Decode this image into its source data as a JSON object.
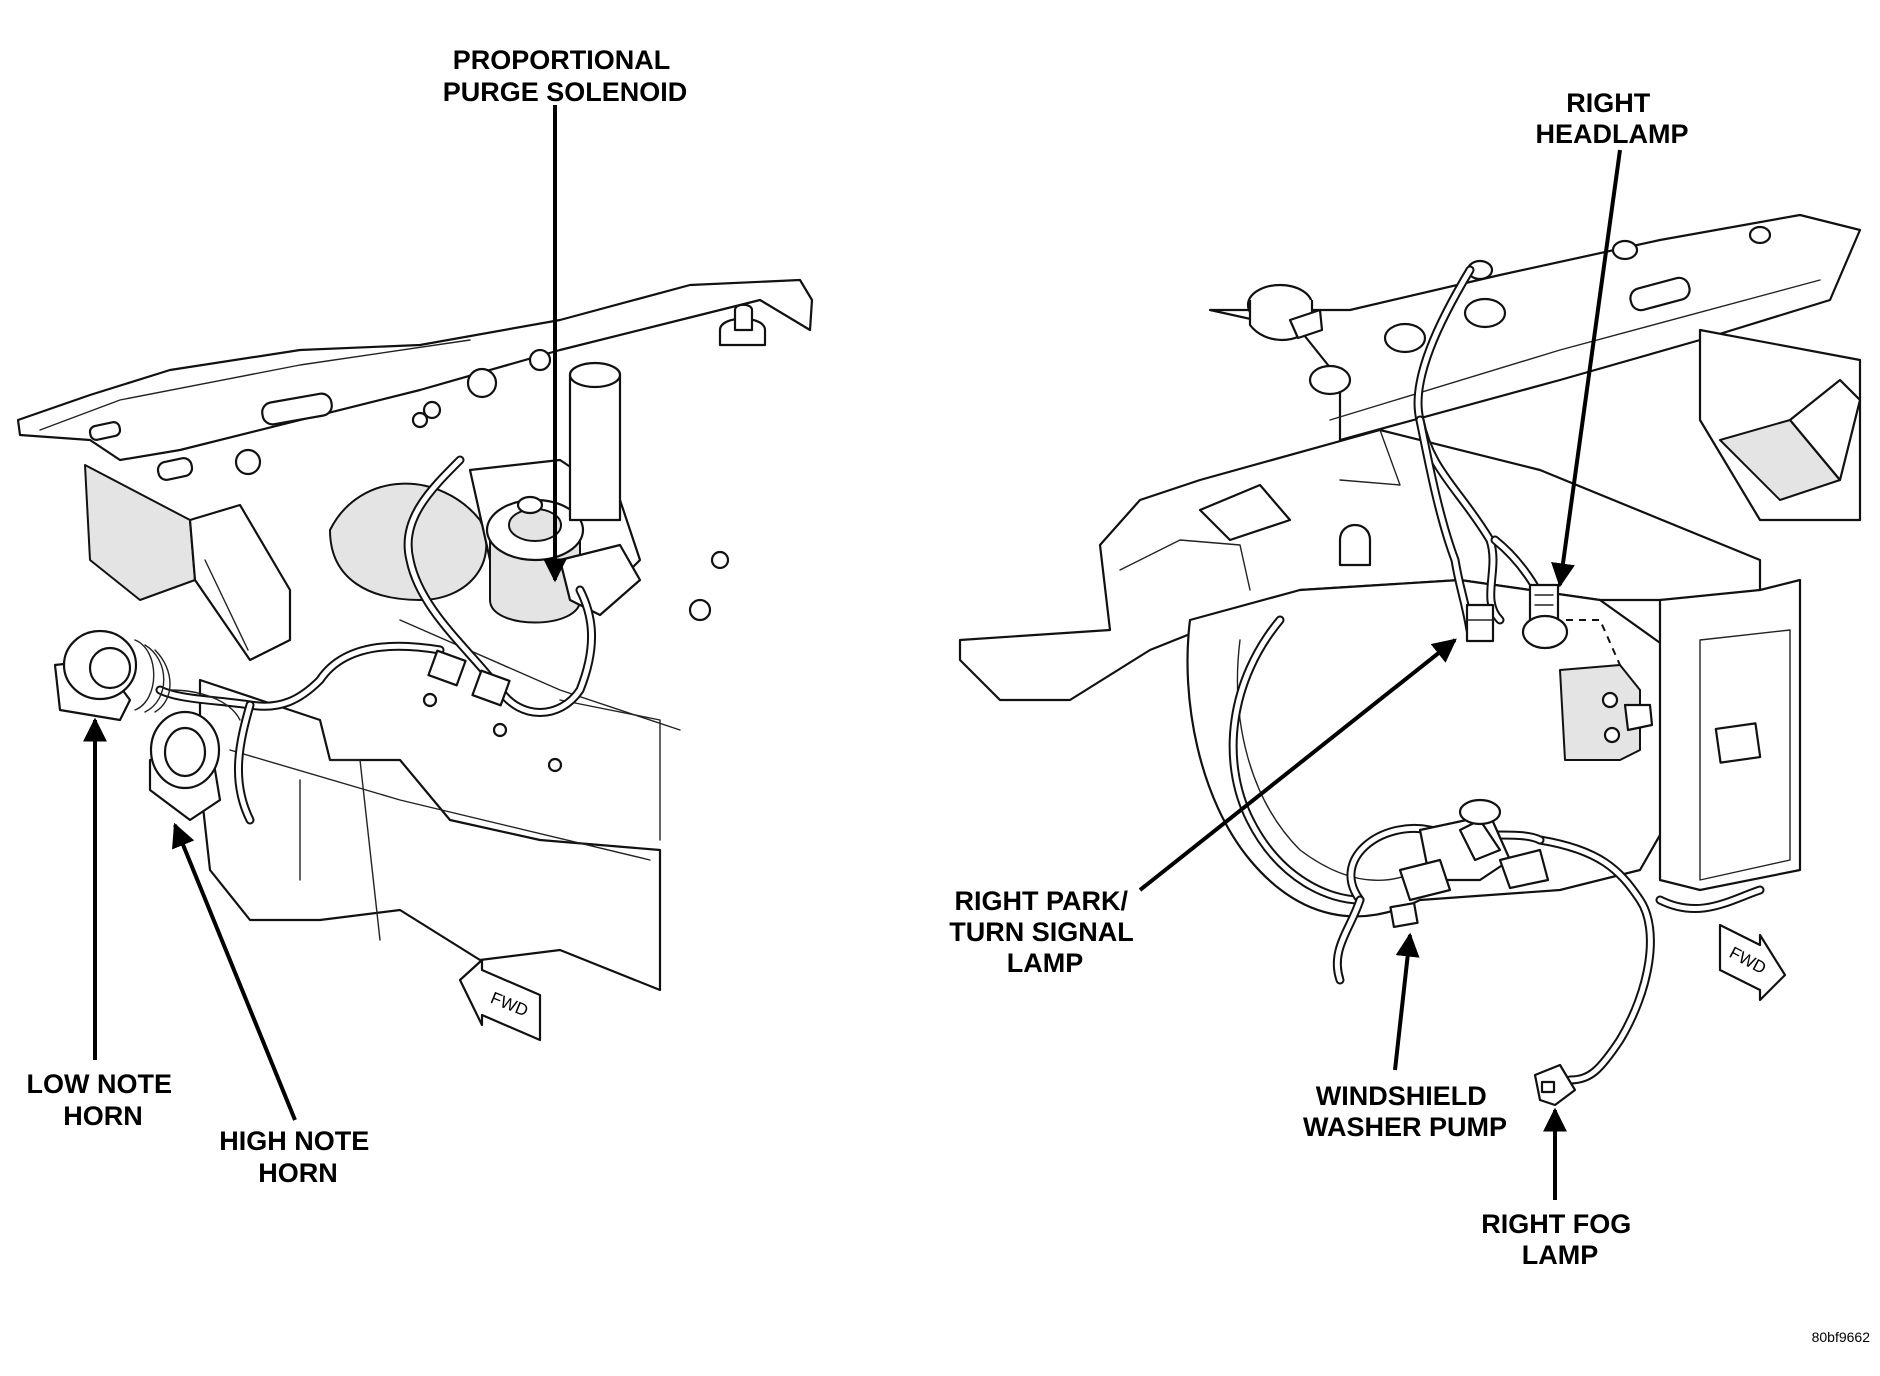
{
  "labels": {
    "proportional_purge_solenoid": [
      "PROPORTIONAL",
      "PURGE SOLENOID"
    ],
    "low_note_horn": [
      "LOW NOTE",
      "HORN"
    ],
    "high_note_horn": [
      "HIGH NOTE",
      "HORN"
    ],
    "right_headlamp": [
      "RIGHT",
      "HEADLAMP"
    ],
    "right_park_turn_signal_lamp": [
      "RIGHT PARK/",
      "TURN SIGNAL",
      "LAMP"
    ],
    "windshield_washer_pump": [
      "WINDSHIELD",
      "WASHER PUMP"
    ],
    "right_fog_lamp": [
      "RIGHT FOG",
      "LAMP"
    ]
  },
  "fwd_marker": "FWD",
  "figure_code": "80bf9662"
}
